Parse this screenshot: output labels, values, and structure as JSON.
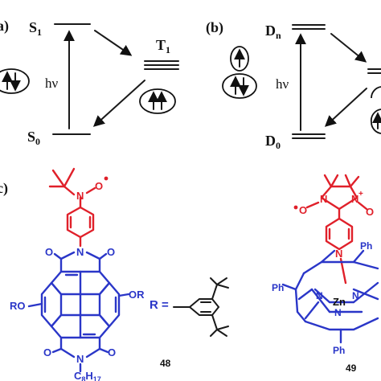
{
  "panel_a": {
    "label": "a)",
    "s1": "S",
    "s1_sub": "1",
    "s0": "S",
    "s0_sub": "0",
    "t1": "T",
    "t1_sub": "1",
    "hv": "hν"
  },
  "panel_b": {
    "label": "(b)",
    "dn": "D",
    "dn_sub": "n",
    "d0": "D",
    "d0_sub": "0",
    "hv": "hν"
  },
  "panel_c": {
    "label": "c)",
    "r_eq": "R =",
    "ro_left": "RO",
    "or_right": "OR",
    "c8h17": "C",
    "c8_sub": "8",
    "h_sub": "H",
    "h17_sub": "17",
    "n": "N",
    "o": "O",
    "zn": "Zn",
    "ph": "Ph",
    "plus": "+",
    "compound_48": "48",
    "compound_49": "49"
  },
  "colors": {
    "blue": "#2a36c8",
    "red": "#e0202a",
    "black": "#111111"
  }
}
